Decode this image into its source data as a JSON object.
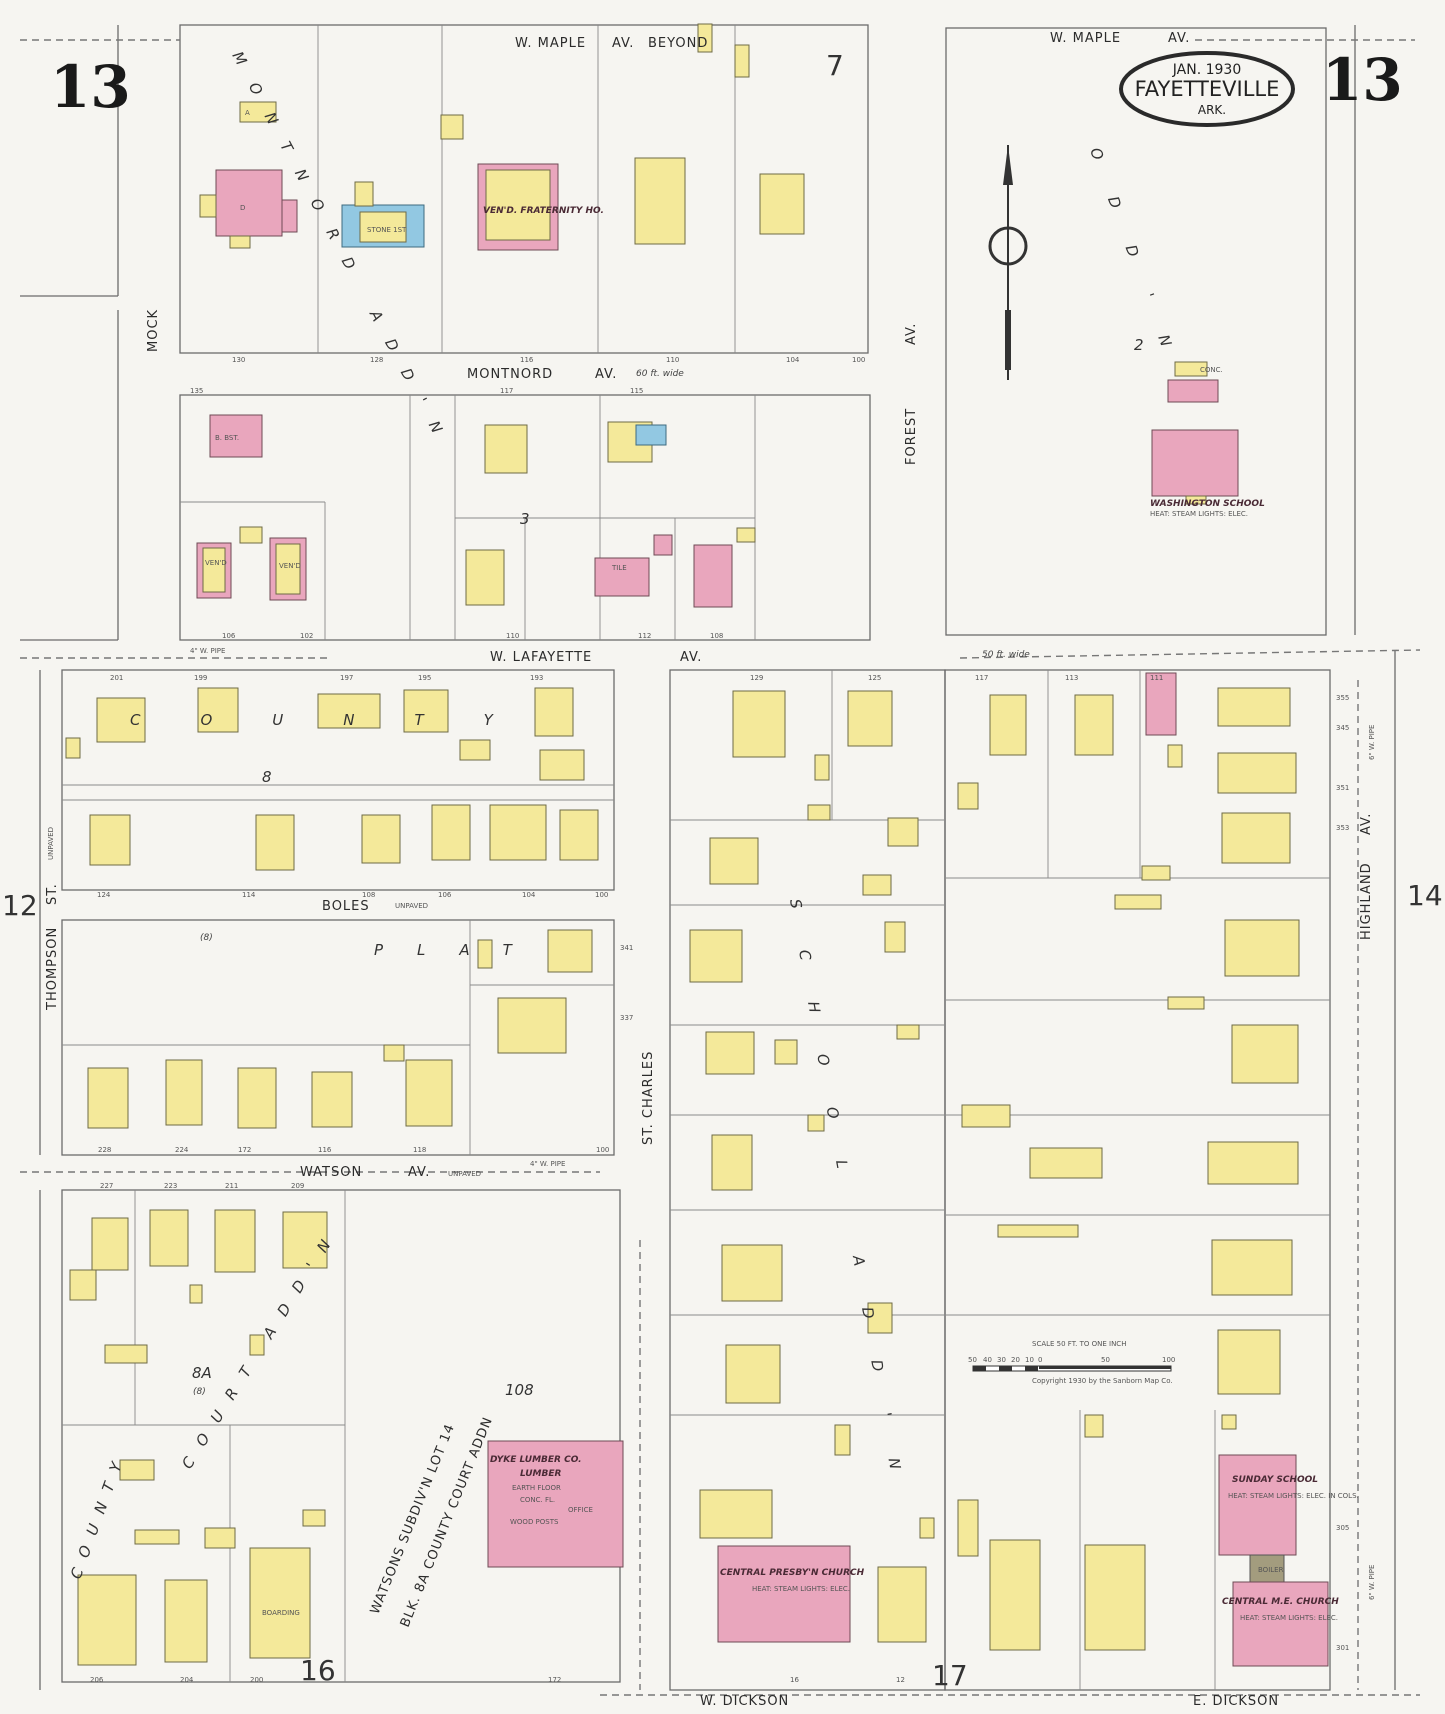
{
  "sheet": {
    "number_left": "13",
    "number_right": "13"
  },
  "title": {
    "date": "JAN. 1930",
    "city": "FAYETTEVILLE",
    "state": "ARK."
  },
  "streets": {
    "w_maple_left": "W. MAPLE",
    "w_maple_left_av": "AV.",
    "w_maple_beyond": "BEYOND",
    "w_maple_right": "W. MAPLE",
    "w_maple_right_av": "AV.",
    "montnord": "MONTNORD",
    "montnord_av": "AV.",
    "montnord_width": "60 ft. wide",
    "lafayette": "W. LAFAYETTE",
    "lafayette_av": "AV.",
    "lafayette_width": "50 ft. wide",
    "boles": "BOLES",
    "boles_note": "UNPAVED",
    "watson": "WATSON",
    "watson_av": "AV.",
    "watson_note": "UNPAVED",
    "w_dickson": "W. DICKSON",
    "e_dickson": "E. DICKSON",
    "mock": "MOCK",
    "thompson": "THOMPSON",
    "thompson_st": "ST.",
    "thompson_note": "UNPAVED",
    "st_charles": "ST. CHARLES",
    "forest": "FOREST",
    "forest_av": "AV.",
    "highland": "HIGHLAND",
    "highland_av": "AV."
  },
  "pipes": {
    "four_inch": "4\" W. PIPE",
    "six_inch": "6\" W. PIPE"
  },
  "adjacent_sheets": {
    "north": "7",
    "west": "12",
    "east": "14",
    "south_left": "16",
    "south_right": "17"
  },
  "blocks": {
    "b2": "2",
    "b3": "3",
    "b8": "8",
    "b8_paren": "(8)",
    "b8a": "8A",
    "b8a_paren": "(8)",
    "b108": "108"
  },
  "additions": {
    "montnord_addn": "MONTNORD ADD'N",
    "county_court_top": "COUNTY",
    "county_court_mid": "PLAT",
    "county_court_side": "COURT",
    "school_addn": "SCHOOL ADD'N",
    "odd": "ODD'N",
    "county_court_addn": "COURT ADD'N",
    "county_bottom": "COUNTY",
    "watsons": "WATSONS SUBDIV'N LOT 14",
    "watsons2": "BLK. 8A COUNTY COURT ADDN"
  },
  "buildings": {
    "frat": "VEN'D. FRATERNITY HO.",
    "stone": "STONE 1ST",
    "veneer": "VEN'D",
    "tile": "TILE",
    "washington": "WASHINGTON SCHOOL",
    "washington_note": "HEAT: STEAM  LIGHTS: ELEC.",
    "conc": "CONC.",
    "dyke": "DYKE LUMBER CO.",
    "dyke_sub": "LUMBER",
    "dyke_floor": "EARTH FLOOR",
    "dyke_office": "OFFICE",
    "dyke_conc": "CONC. FL.",
    "dyke_posts": "WOOD POSTS",
    "presby": "CENTRAL PRESBY'N CHURCH",
    "presby_note": "HEAT: STEAM  LIGHTS: ELEC.",
    "sunday": "SUNDAY SCHOOL",
    "sunday_note": "HEAT: STEAM  LIGHTS: ELEC.  IN COLS.",
    "me": "CENTRAL M.E. CHURCH",
    "me_note": "HEAT: STEAM  LIGHTS: ELEC.",
    "heating": "BOILER",
    "boarding": "BOARDING",
    "dwelling": "D",
    "auto": "A",
    "basement": "B. BST."
  },
  "scale": {
    "title": "SCALE 50 FT. TO ONE INCH",
    "ticks": [
      "50",
      "40",
      "30",
      "20",
      "10",
      "0",
      "50",
      "100"
    ],
    "copyright": "Copyright 1930 by the Sanborn Map Co."
  },
  "addresses": [
    "130",
    "128",
    "116",
    "110",
    "104",
    "100",
    "135",
    "117",
    "115",
    "106",
    "102",
    "110",
    "112",
    "108",
    "201",
    "199",
    "197",
    "195",
    "193",
    "129",
    "125",
    "117",
    "113",
    "111",
    "124",
    "114",
    "108",
    "106",
    "104",
    "100",
    "228",
    "224",
    "172",
    "116",
    "118",
    "100",
    "227",
    "223",
    "211",
    "209",
    "206",
    "204",
    "200",
    "172",
    "16",
    "12",
    "345",
    "341",
    "337",
    "353",
    "351",
    "355",
    "305",
    "301"
  ]
}
